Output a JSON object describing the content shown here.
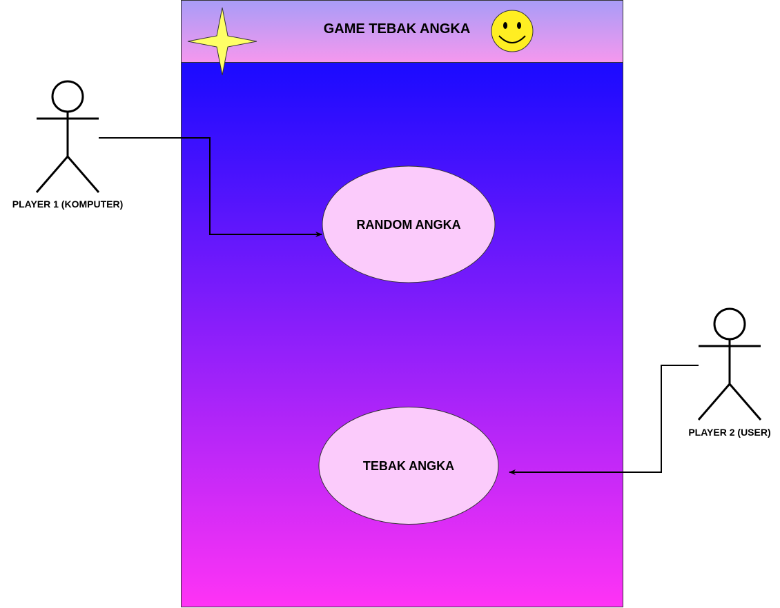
{
  "system": {
    "title": "GAME TEBAK ANGKA",
    "header_colors": [
      "#a89cf7",
      "#f598ee"
    ],
    "body_colors": [
      "#1a0aff",
      "#ff33f5"
    ]
  },
  "use_cases": {
    "random": {
      "label": "RANDOM ANGKA"
    },
    "guess": {
      "label": "TEBAK ANGKA"
    }
  },
  "actors": {
    "player1": {
      "label": "PLAYER 1 (KOMPUTER)"
    },
    "player2": {
      "label": "PLAYER 2 (USER)"
    }
  },
  "icons": {
    "star": "four-point-star-icon",
    "smiley": "smiley-face-icon"
  },
  "colors": {
    "use_case_fill": "#fbcbfb",
    "star_fill": "#ffff66",
    "smiley_fill": "#ffee22",
    "line": "#000000"
  }
}
